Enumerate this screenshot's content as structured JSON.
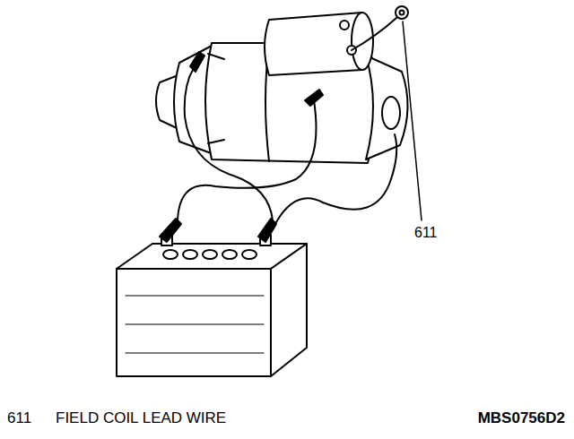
{
  "diagram": {
    "labels": [
      "611",
      "611",
      "FIELD COIL LEAD WIRE",
      "MBS0756D2"
    ]
  }
}
